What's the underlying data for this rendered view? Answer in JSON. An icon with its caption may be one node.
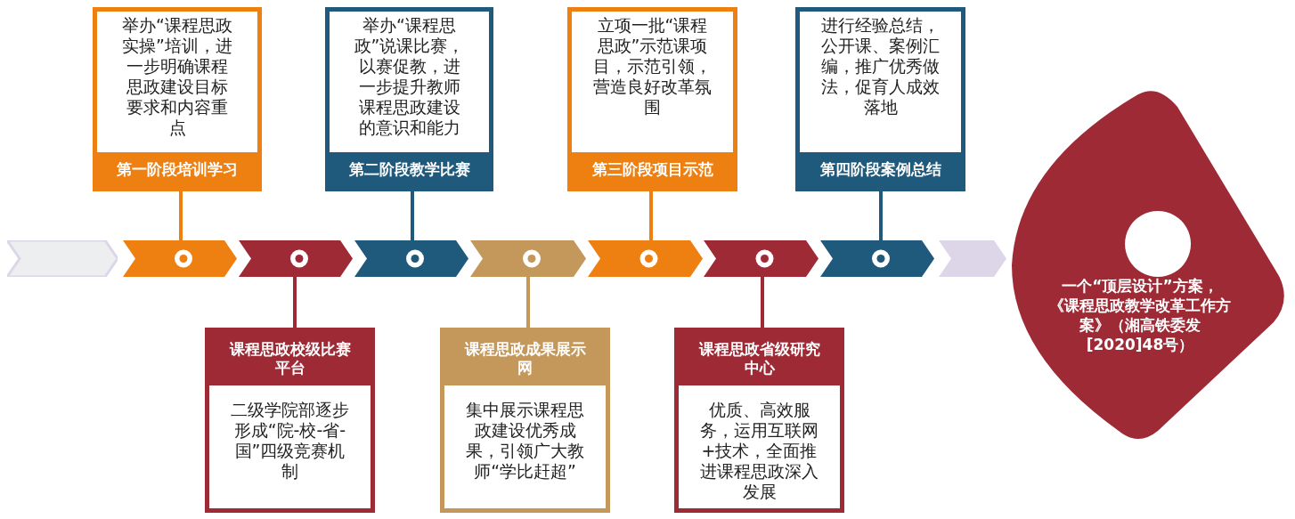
{
  "diagram": {
    "nodes": [
      {
        "text": [
          "举办“课程思政实操”培训，进一步明确课程思政建设目标要求和内容重点",
          "第一阶段培训学习"
        ]
      },
      {
        "text": [
          "举办“课程思政”说课比赛，以赛促教，进一步提升教师课程思政建设的意识和能力",
          "第二阶段教学比赛"
        ]
      },
      {
        "text": [
          "立项一批“课程思政”示范课项目，示范引领，营造良好改革氛围",
          "第三阶段项目示范"
        ]
      },
      {
        "text": [
          "进行经验总结，公开课、案例汇编，推广优秀做法，促育人成效落地",
          "第四阶段案例总结"
        ]
      },
      {
        "text": [],
        "shape": "chevron"
      },
      {
        "text": [],
        "shape": "chevron"
      },
      {
        "text": [],
        "shape": "chevron"
      },
      {
        "text": [],
        "shape": "chevron"
      },
      {
        "text": [],
        "shape": "chevron"
      },
      {
        "text": [],
        "shape": "chevron"
      },
      {
        "text": [],
        "shape": "chevron"
      },
      {
        "text": [],
        "shape": "chevron"
      },
      {
        "text": [],
        "shape": "chevron"
      },
      {
        "text": [
          "课程思政校级比赛平台",
          "二级学院部逐步形成“院-校-省-国”四级竞赛机制"
        ]
      },
      {
        "text": [
          "课程思政成果展示网",
          "集中展示课程思政建设优秀成果，引领广大教师“学比赶超”"
        ]
      },
      {
        "text": [
          "课程思政省级研究中心",
          "优质、高效服务，运用互联网+技术，全面推进课程思政深入发展"
        ]
      },
      {
        "text": [
          "一个“顶层设计”方案，《课程思政教学改革工作方案》（湘高铁委发[2020]48号）"
        ]
      }
    ],
    "edges": [
      {
        "from": 0,
        "to": 5,
        "arrow": "none",
        "color": "#ee8012"
      },
      {
        "from": 6,
        "to": 13,
        "arrow": "none",
        "color": "#9e2a36"
      },
      {
        "from": 1,
        "to": 7,
        "arrow": "none",
        "color": "#1f5a7c"
      },
      {
        "from": 8,
        "to": 14,
        "arrow": "none",
        "color": "#c4975a"
      },
      {
        "from": 2,
        "to": 9,
        "arrow": "none",
        "color": "#ee8012"
      },
      {
        "from": 10,
        "to": 15,
        "arrow": "none",
        "color": "#9e2a36"
      },
      {
        "from": 3,
        "to": 11,
        "arrow": "none",
        "color": "#1f5a7c"
      }
    ]
  }
}
